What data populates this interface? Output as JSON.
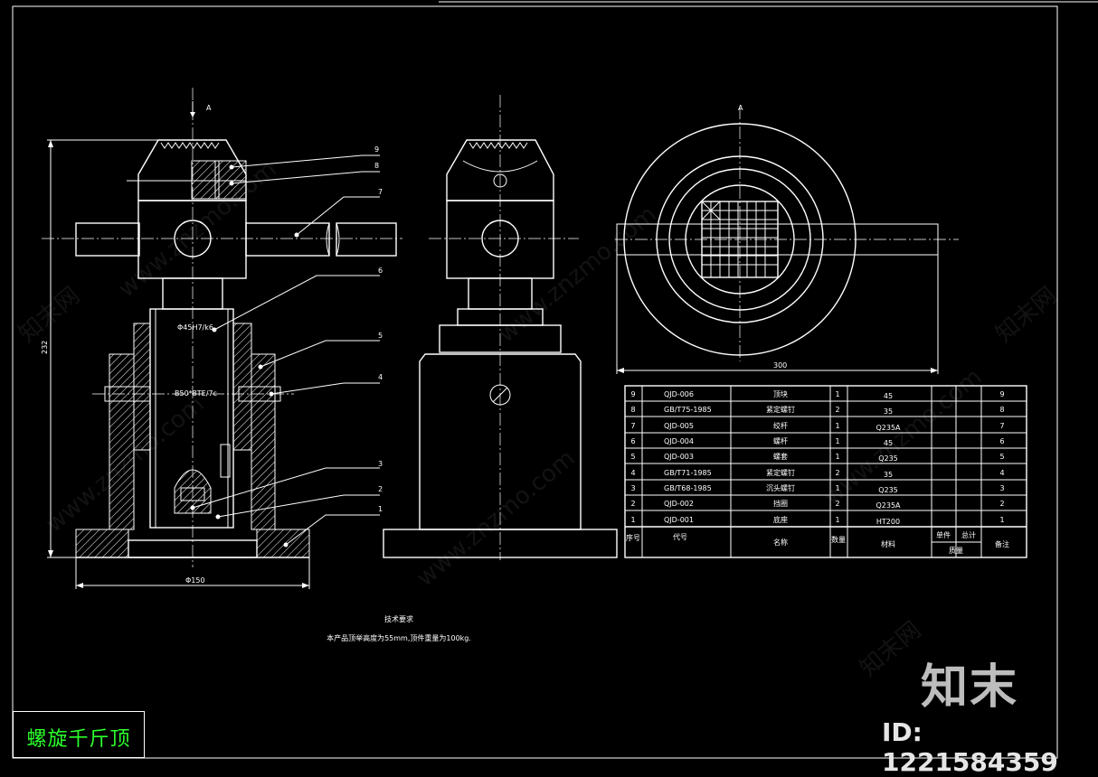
{
  "drawing": {
    "title": "螺旋千斤顶",
    "brand": "知末",
    "id_label": "ID: 1221584359",
    "watermark": "www.znzmo.com",
    "watermark_cn": "知末网"
  },
  "views": {
    "section_marks": [
      "A",
      "A"
    ],
    "callouts": [
      "9",
      "8",
      "7",
      "6",
      "5",
      "4",
      "3",
      "2",
      "1"
    ],
    "dims": {
      "height": "232",
      "base_width": "Φ150",
      "top_width": "300",
      "fit_upper": "Φ45H7/k6",
      "fit_thread": "B50*8TE/7c"
    }
  },
  "tech_requirements": {
    "heading": "技术要求",
    "body": "本产品顶举高度为55mm,顶件重量为100kg."
  },
  "parts_table": {
    "header": {
      "seq": "序号",
      "code": "代号",
      "name": "名称",
      "qty": "数量",
      "material": "材料",
      "unit_weight": "单件",
      "total_weight": "总计",
      "weight": "质量",
      "remark": "备注"
    },
    "rows": [
      {
        "seq": "9",
        "code": "QJD-006",
        "name": "顶块",
        "qty": "1",
        "material": "45",
        "remark": "9"
      },
      {
        "seq": "8",
        "code": "GB/T75-1985",
        "name": "紧定螺钉",
        "qty": "2",
        "material": "35",
        "remark": "8"
      },
      {
        "seq": "7",
        "code": "QJD-005",
        "name": "绞杆",
        "qty": "1",
        "material": "Q235A",
        "remark": "7"
      },
      {
        "seq": "6",
        "code": "QJD-004",
        "name": "螺杆",
        "qty": "1",
        "material": "45",
        "remark": "6"
      },
      {
        "seq": "5",
        "code": "QJD-003",
        "name": "螺套",
        "qty": "1",
        "material": "Q235",
        "remark": "5"
      },
      {
        "seq": "4",
        "code": "GB/T71-1985",
        "name": "紧定螺钉",
        "qty": "2",
        "material": "35",
        "remark": "4"
      },
      {
        "seq": "3",
        "code": "GB/T68-1985",
        "name": "沉头螺钉",
        "qty": "1",
        "material": "Q235",
        "remark": "3"
      },
      {
        "seq": "2",
        "code": "QJD-002",
        "name": "挡圈",
        "qty": "2",
        "material": "Q235A",
        "remark": "2"
      },
      {
        "seq": "1",
        "code": "QJD-001",
        "name": "底座",
        "qty": "1",
        "material": "HT200",
        "remark": "1"
      }
    ]
  },
  "colors": {
    "background": "#000000",
    "lines": "#ffffff",
    "title_text": "#2cff2c"
  }
}
